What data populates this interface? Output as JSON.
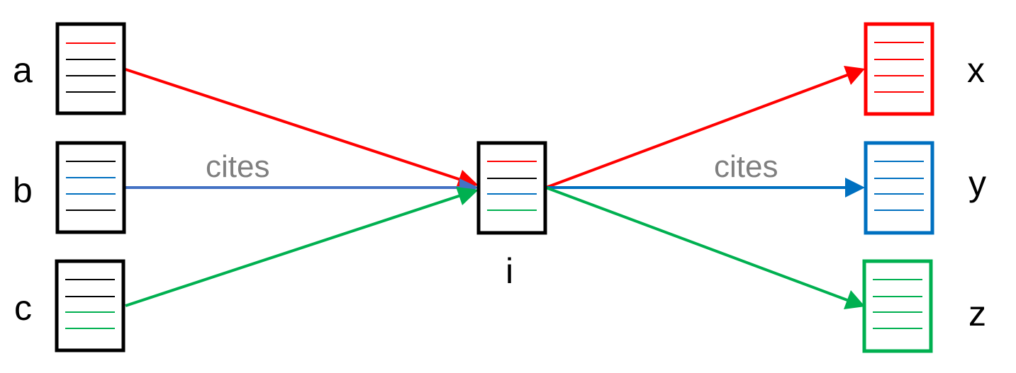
{
  "colors": {
    "red": "#ff0000",
    "blue_in": "#4472c4",
    "blue": "#0070c0",
    "green": "#00b050",
    "black": "#000000",
    "label_gray": "#7f7f7f"
  },
  "nodes": {
    "a": {
      "label": "a",
      "line_colors": [
        "red",
        "black",
        "black",
        "black"
      ],
      "border": "black"
    },
    "b": {
      "label": "b",
      "line_colors": [
        "black",
        "blue",
        "blue",
        "black"
      ],
      "border": "black"
    },
    "c": {
      "label": "c",
      "line_colors": [
        "black",
        "black",
        "green",
        "green"
      ],
      "border": "black"
    },
    "i": {
      "label": "i",
      "line_colors": [
        "red",
        "black",
        "blue",
        "green"
      ],
      "border": "black"
    },
    "x": {
      "label": "x",
      "line_colors": [
        "red",
        "red",
        "red",
        "red"
      ],
      "border": "red"
    },
    "y": {
      "label": "y",
      "line_colors": [
        "blue",
        "blue",
        "blue",
        "blue"
      ],
      "border": "blue"
    },
    "z": {
      "label": "z",
      "line_colors": [
        "green",
        "green",
        "green",
        "green"
      ],
      "border": "green"
    }
  },
  "edges": [
    {
      "from": "a",
      "to": "i",
      "color": "red"
    },
    {
      "from": "b",
      "to": "i",
      "color": "blue",
      "label": "cites"
    },
    {
      "from": "c",
      "to": "i",
      "color": "green"
    },
    {
      "from": "i",
      "to": "x",
      "color": "red"
    },
    {
      "from": "i",
      "to": "y",
      "color": "blue",
      "label": "cites"
    },
    {
      "from": "i",
      "to": "z",
      "color": "green"
    }
  ],
  "edge_labels": {
    "left": "cites",
    "right": "cites"
  }
}
